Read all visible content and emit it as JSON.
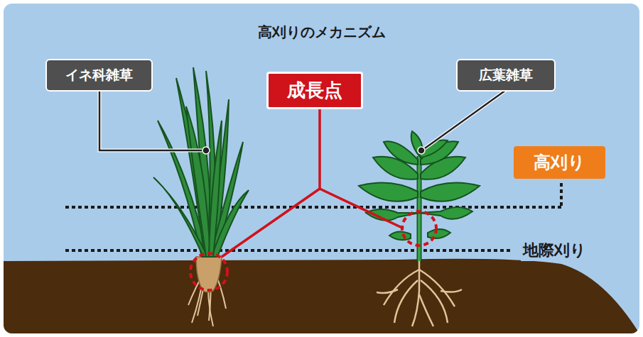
{
  "diagram": {
    "title": "高刈りのメカニズム",
    "nodes": [
      {
        "text": [
          "イネ科雑草"
        ]
      },
      {
        "text": [
          "成長点"
        ]
      },
      {
        "text": [
          "広葉雑草"
        ]
      },
      {
        "text": [
          "高刈り"
        ]
      }
    ],
    "labels": [
      "地際刈り"
    ]
  }
}
